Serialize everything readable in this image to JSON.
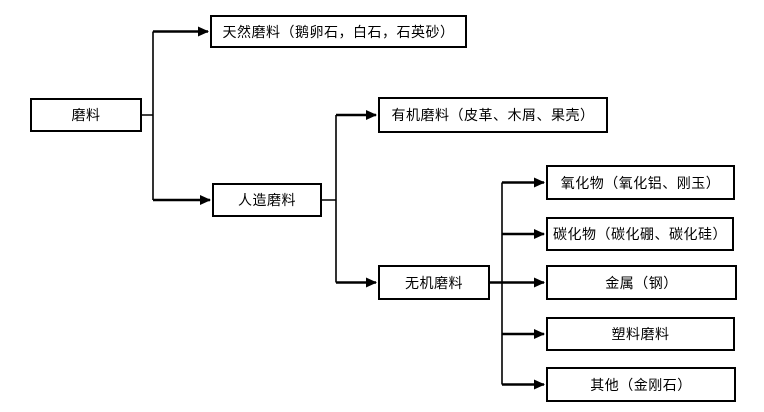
{
  "diagram": {
    "type": "flowchart",
    "direction": "left-to-right",
    "colors": {
      "background": "#ffffff",
      "box_fill": "#ffffff",
      "box_border": "#000000",
      "line": "#000000",
      "text": "#000000"
    },
    "nodes": {
      "abrasive": {
        "label": "磨料"
      },
      "natural": {
        "label": "天然磨料（鹅卵石，白石，石英砂）"
      },
      "artificial": {
        "label": "人造磨料"
      },
      "organic": {
        "label": "有机磨料（皮革、木屑、果壳）"
      },
      "inorganic": {
        "label": "无机磨料"
      },
      "oxide": {
        "label": "氧化物（氧化铝、刚玉）"
      },
      "carbide": {
        "label": "碳化物（碳化硼、碳化硅）"
      },
      "metal": {
        "label": "金属（钢）"
      },
      "plastic": {
        "label": "塑料磨料"
      },
      "other": {
        "label": "其他（金刚石）"
      }
    },
    "edges": [
      {
        "from": "abrasive",
        "to": "natural"
      },
      {
        "from": "abrasive",
        "to": "artificial"
      },
      {
        "from": "artificial",
        "to": "organic"
      },
      {
        "from": "artificial",
        "to": "inorganic"
      },
      {
        "from": "inorganic",
        "to": "oxide"
      },
      {
        "from": "inorganic",
        "to": "carbide"
      },
      {
        "from": "inorganic",
        "to": "metal"
      },
      {
        "from": "inorganic",
        "to": "plastic"
      },
      {
        "from": "inorganic",
        "to": "other"
      }
    ]
  }
}
